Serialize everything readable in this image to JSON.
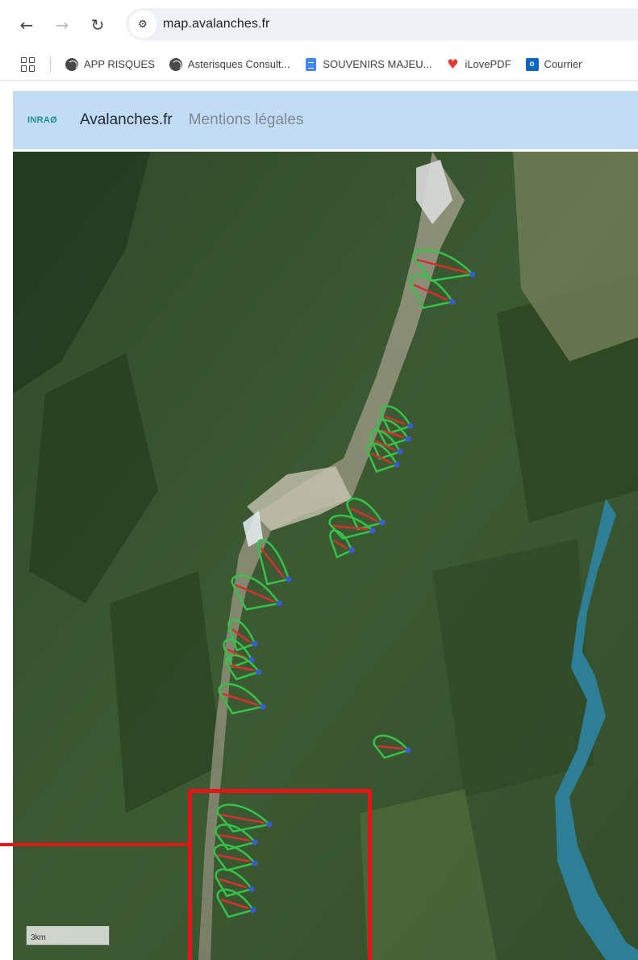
{
  "browser": {
    "url": "map.avalanches.fr",
    "bookmarks": [
      {
        "label": "APP RISQUES",
        "icon": "globe-icon"
      },
      {
        "label": "Asterisques Consult...",
        "icon": "globe-icon"
      },
      {
        "label": "SOUVENIRS MAJEU...",
        "icon": "document-icon"
      },
      {
        "label": "iLovePDF",
        "icon": "heart-icon"
      },
      {
        "label": "Courrier",
        "icon": "outlook-icon"
      }
    ]
  },
  "app": {
    "logo": "INRAØ",
    "brand": "Avalanches.fr",
    "nav_link": "Mentions légales"
  },
  "map": {
    "scale_label": "3km",
    "colors": {
      "avalanche_outline": "#34c24a",
      "avalanche_path": "#d62f2f",
      "marker": "#3a5bd9",
      "highlight": "#e61414",
      "lake": "#2e7f96"
    }
  }
}
